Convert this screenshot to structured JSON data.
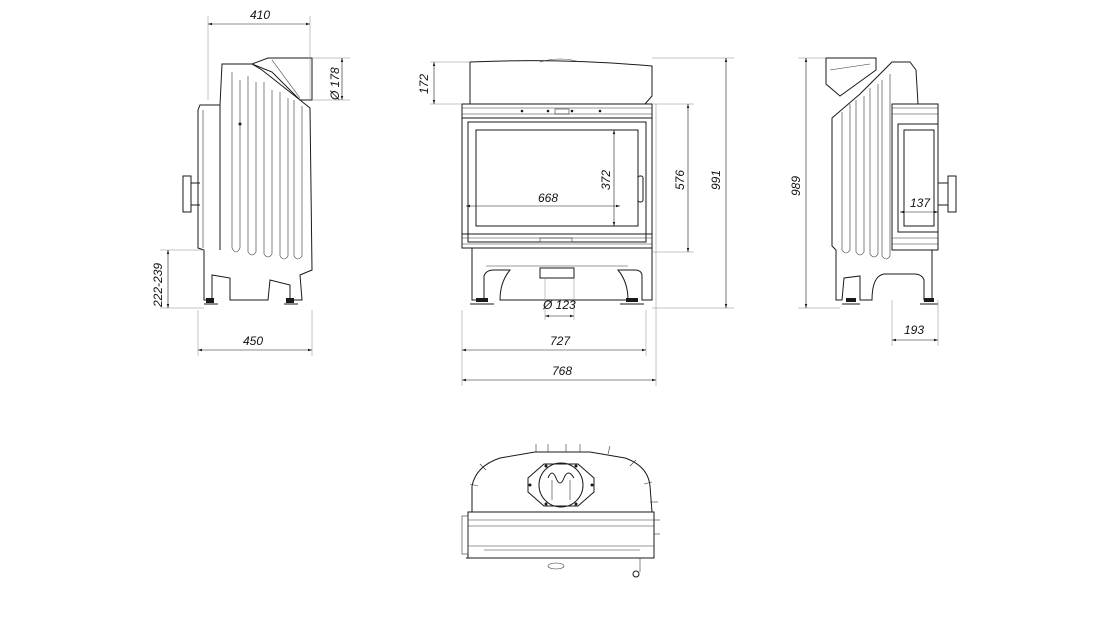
{
  "dimensions": {
    "side_top_depth": "410",
    "flue_diameter": "Ø 178",
    "leg_height": "222-239",
    "side_bottom_depth": "450",
    "top_hood_height": "172",
    "glass_width": "668",
    "glass_height": "372",
    "door_height": "576",
    "total_height_front": "991",
    "air_inlet_diameter": "Ø 123",
    "frame_width": "727",
    "total_width": "768",
    "total_height_side": "989",
    "door_depth": "137",
    "leg_offset": "193"
  }
}
